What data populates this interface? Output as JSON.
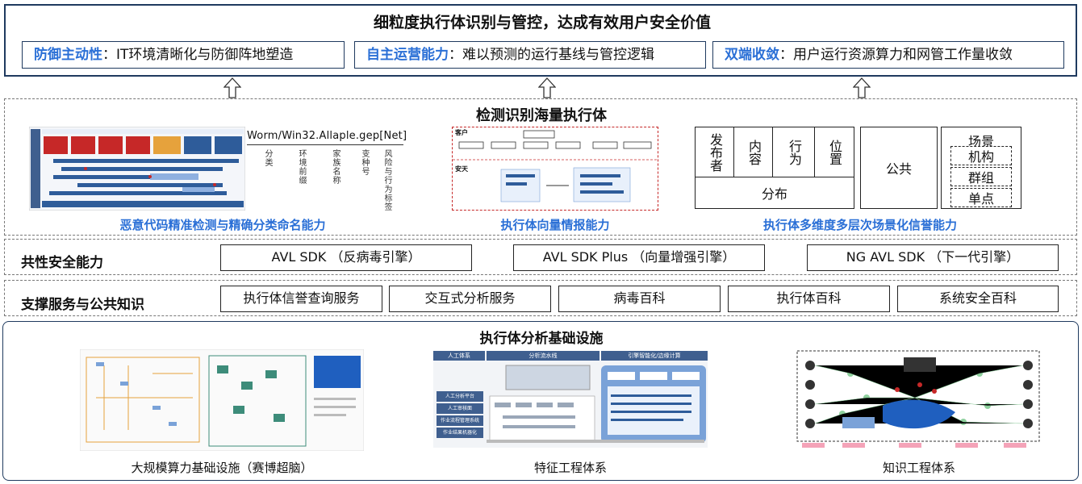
{
  "top": {
    "title": "细粒度执行体识别与管控，达成有效用户安全价值",
    "values": [
      {
        "highlight": "防御主动性",
        "text": "：IT环境清晰化与防御阵地塑造"
      },
      {
        "highlight": "自主运营能力",
        "text": "：难以预测的运行基线与管控逻辑"
      },
      {
        "highlight": "双端收敛",
        "text": "：用户运行资源算力和网管工作量收敛"
      }
    ]
  },
  "detect": {
    "title": "检测识别海量执行体",
    "malware": {
      "sample_name": "Worm/Win32.Allaple.gep[Net]",
      "columns": [
        "分类",
        "环境前缀",
        "家族名称",
        "变种号",
        "风险与行为标签"
      ],
      "caption": "恶意代码精准检测与精确分类命名能力"
    },
    "intel": {
      "caption": "执行体向量情报能力",
      "user_label": "客户",
      "antiy_label": "安天"
    },
    "scene": {
      "cells": [
        "发布者",
        "内容",
        "行为",
        "位置",
        "分布",
        "公共",
        "场景",
        "机构",
        "群组",
        "单点"
      ],
      "caption": "执行体多维度多层次场景化信誉能力"
    }
  },
  "common": {
    "label": "共性安全能力",
    "items": [
      "AVL SDK （反病毒引擎）",
      "AVL SDK Plus （向量增强引擎）",
      "NG AVL SDK （下一代引擎）"
    ]
  },
  "support": {
    "label": "支撑服务与公共知识",
    "items": [
      "执行体信誉查询服务",
      "交互式分析服务",
      "病毒百科",
      "执行体百科",
      "系统安全百科"
    ]
  },
  "infra": {
    "title": "执行体分析基础设施",
    "items": [
      "大规模算力基础设施（赛博超脑）",
      "特征工程体系",
      "知识工程体系"
    ],
    "feature_headers": [
      "人工体系",
      "分析流水线",
      "引擎智能化/边缘计算"
    ],
    "feature_rows": [
      "人工分析平台",
      "人工审核面",
      "作业流程管理系统",
      "作业结果机器化"
    ]
  },
  "colors": {
    "accent": "#2a6fd6",
    "frame": "#1f3a5f",
    "red": "#c62828"
  }
}
